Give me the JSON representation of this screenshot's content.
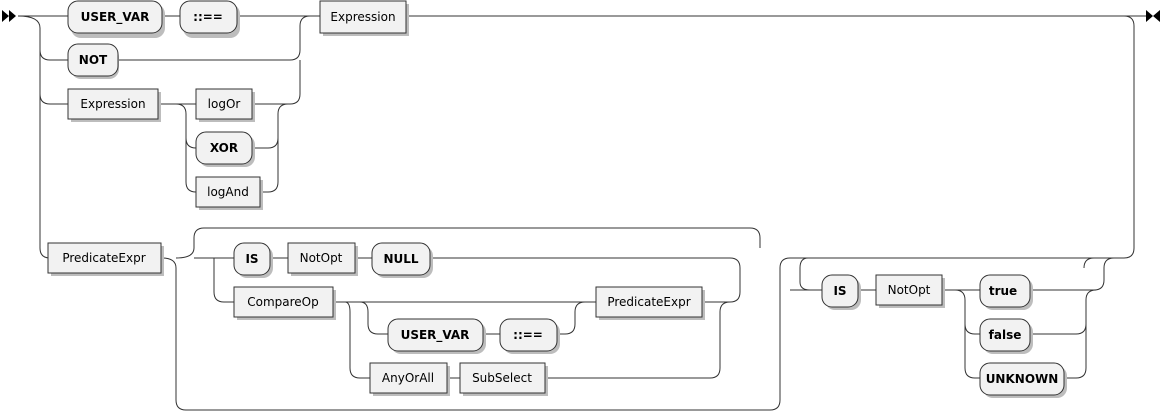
{
  "terminals": {
    "user_var_1": "USER_VAR",
    "assign_1": "::==",
    "not": "NOT",
    "xor": "XOR",
    "is_1": "IS",
    "null": "NULL",
    "user_var_2": "USER_VAR",
    "assign_2": "::==",
    "is_2": "IS",
    "true": "true",
    "false": "false",
    "unknown": "UNKNOWN"
  },
  "nonterminals": {
    "expression_1": "Expression",
    "expression_2": "Expression",
    "log_or": "logOr",
    "log_and": "logAnd",
    "predicate_expr_1": "PredicateExpr",
    "not_opt_1": "NotOpt",
    "compare_op": "CompareOp",
    "predicate_expr_2": "PredicateExpr",
    "any_or_all": "AnyOrAll",
    "sub_select": "SubSelect",
    "not_opt_2": "NotOpt"
  }
}
